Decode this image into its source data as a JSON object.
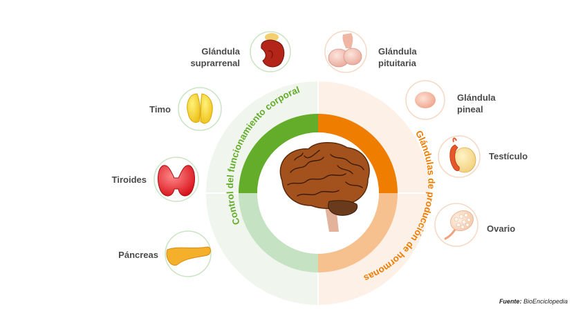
{
  "segments": {
    "left_label": "Control del funcionamiento corporal",
    "right_label": "Glándulas de producción de hormonas",
    "colors": {
      "green_dark": "#63ad2a",
      "green_light": "#c5e3c3",
      "orange_dark": "#ee7d00",
      "orange_light": "#f6c08f",
      "halo_left": "#f0f6ee",
      "halo_right": "#fdf0e7"
    }
  },
  "center": {
    "icon": "brain-icon"
  },
  "glands": [
    {
      "key": "suprarrenal",
      "line1": "Glándula",
      "line2": "suprarrenal",
      "icon": "adrenal-gland-icon"
    },
    {
      "key": "timo",
      "line1": "Timo",
      "line2": "",
      "icon": "thymus-icon"
    },
    {
      "key": "tiroides",
      "line1": "Tiroides",
      "line2": "",
      "icon": "thyroid-icon"
    },
    {
      "key": "pancreas",
      "line1": "Páncreas",
      "line2": "",
      "icon": "pancreas-icon"
    },
    {
      "key": "pituitaria",
      "line1": "Glándula",
      "line2": "pituitaria",
      "icon": "pituitary-gland-icon"
    },
    {
      "key": "pineal",
      "line1": "Glándula",
      "line2": "pineal",
      "icon": "pineal-gland-icon"
    },
    {
      "key": "testiculo",
      "line1": "Testículo",
      "line2": "",
      "icon": "testicle-icon"
    },
    {
      "key": "ovario",
      "line1": "Ovario",
      "line2": "",
      "icon": "ovary-icon"
    }
  ],
  "source": {
    "prefix": "Fuente:",
    "name": "BioEnciclopedia"
  }
}
